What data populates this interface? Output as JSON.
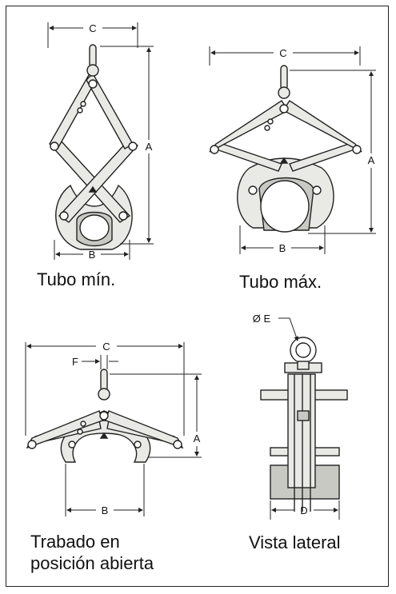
{
  "panels": [
    {
      "id": "tubo-min",
      "caption_lines": [
        "Tubo mín."
      ],
      "dimensions": [
        "C",
        "A",
        "B"
      ]
    },
    {
      "id": "tubo-max",
      "caption_lines": [
        "Tubo máx."
      ],
      "dimensions": [
        "C",
        "A",
        "B"
      ]
    },
    {
      "id": "trabado",
      "caption_lines": [
        "Trabado en",
        "posición abierta"
      ],
      "dimensions": [
        "C",
        "F",
        "A",
        "B"
      ]
    },
    {
      "id": "vista-lateral",
      "caption_lines": [
        "Vista lateral"
      ],
      "dimensions": [
        "Ø E",
        "D"
      ]
    }
  ],
  "colors": {
    "line": "#222222",
    "fill": "#e9e9e6",
    "fill_dark": "#c9c9c4"
  }
}
